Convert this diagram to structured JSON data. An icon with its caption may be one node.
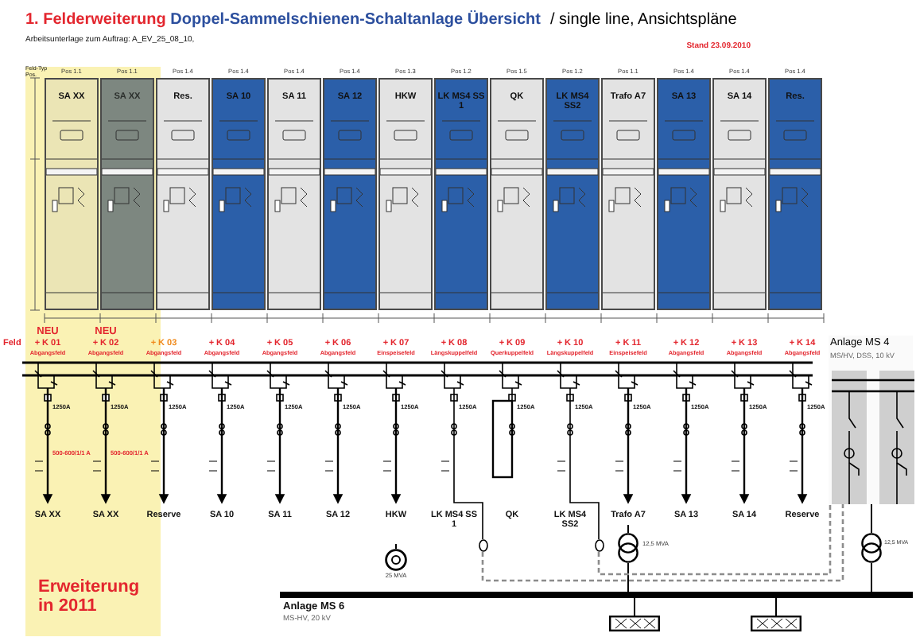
{
  "diagram": {
    "title": "1. Felderweiterung Doppel-Sammelschienen-Schaltanlage Übersicht",
    "nodes": [
      {
        "text": [
          "SA XX"
        ],
        "beside": [
          "Pos 1.1"
        ]
      },
      {
        "text": [
          "SA XX"
        ],
        "beside": [
          "Pos 1.1"
        ]
      },
      {
        "text": [
          "Res."
        ],
        "beside": [
          "Pos 1.4"
        ]
      },
      {
        "text": [
          "SA 10"
        ],
        "beside": [
          "Pos 1.4"
        ]
      },
      {
        "text": [
          "SA 11"
        ],
        "beside": [
          "Pos 1.4"
        ]
      },
      {
        "text": [
          "SA 12"
        ],
        "beside": [
          "Pos 1.4"
        ]
      },
      {
        "text": [
          "HKW"
        ],
        "beside": [
          "Pos 1.3"
        ]
      },
      {
        "text": [
          "LK MS4 SS 1"
        ],
        "beside": [
          "Pos 1.2"
        ]
      },
      {
        "text": [
          "QK"
        ],
        "beside": [
          "Pos 1.5"
        ]
      },
      {
        "text": [
          "LK MS4 SS2"
        ],
        "beside": [
          "Pos 1.2"
        ]
      },
      {
        "text": [
          "Trafo A7"
        ],
        "beside": [
          "Pos 1.1"
        ]
      },
      {
        "text": [
          "SA 13"
        ],
        "beside": [
          "Pos 1.4"
        ]
      },
      {
        "text": [
          "SA 14"
        ],
        "beside": [
          "Pos 1.4"
        ]
      },
      {
        "text": [
          "Res."
        ],
        "beside": [
          "Pos 1.4"
        ]
      },
      {
        "text": [
          "Anlage MS 4",
          "MS/HV, DSS, 10 kV"
        ]
      },
      {
        "text": [],
        "shape": "circle",
        "beside": [
          "25 MVA"
        ]
      },
      {
        "text": [],
        "shape": "circle",
        "beside": [
          "12,5 MVA"
        ]
      },
      {
        "text": [],
        "shape": "circle",
        "beside": [
          "12,5 MVA"
        ]
      },
      {
        "text": [],
        "shape": "bar",
        "beside": [
          "Anlage MS 6",
          "MS-HV, 20 kV"
        ]
      },
      {
        "text": [],
        "shape": "box"
      },
      {
        "text": [],
        "shape": "box"
      },
      {
        "text": [],
        "shape": "circle"
      },
      {
        "text": [],
        "shape": "circle"
      }
    ],
    "edges": [
      {
        "from": 16,
        "to": 18,
        "arrow": "none"
      },
      {
        "from": 14,
        "to": 17,
        "arrow": "none"
      },
      {
        "from": 17,
        "to": 18,
        "arrow": "none"
      },
      {
        "from": 18,
        "to": 19,
        "arrow": "none"
      },
      {
        "from": 18,
        "to": 20,
        "arrow": "none"
      },
      {
        "from": 21,
        "to": 14,
        "arrow": "none",
        "style": "dashed",
        "color": "#8c8c8c"
      },
      {
        "from": 22,
        "to": 14,
        "arrow": "none",
        "style": "dashed",
        "color": "#8c8c8c"
      }
    ],
    "labels": [
      "/ single line, Ansichtspläne",
      "Arbeitsunterlage zum Auftrag: A_EV_25_08_10,",
      "Stand 23.09.2010",
      "Feld-Typ Pos.",
      "NEU",
      "NEU",
      "Feld",
      "+ K 01",
      "+ K 02",
      "+ K 03",
      "+ K 04",
      "+ K 05",
      "+ K 06",
      "+ K 07",
      "+ K 08",
      "+ K 09",
      "+ K 10",
      "+ K 11",
      "+ K 12",
      "+ K 13",
      "+ K 14",
      "Abgangsfeld",
      "Abgangsfeld",
      "Abgangsfeld",
      "Abgangsfeld",
      "Abgangsfeld",
      "Abgangsfeld",
      "Einspeisefeld",
      "Längskuppelfeld",
      "Querkuppelfeld",
      "Längskuppelfeld",
      "Einspeisefeld",
      "Abgangsfeld",
      "Abgangsfeld",
      "Abgangsfeld",
      "1250A",
      "1250A",
      "1250A",
      "1250A",
      "1250A",
      "1250A",
      "1250A",
      "1250A",
      "1250A",
      "1250A",
      "1250A",
      "1250A",
      "1250A",
      "1250A",
      "500-600/1/1 A",
      "500-600/1/1 A",
      "SA XX",
      "SA XX",
      "Reserve",
      "SA 10",
      "SA 11",
      "SA 12",
      "HKW",
      "LK MS4 SS 1",
      "QK",
      "LK MS4 SS2",
      "Trafo A7",
      "SA 13",
      "SA 14",
      "Reserve",
      "Erweiterung in 2011"
    ]
  }
}
